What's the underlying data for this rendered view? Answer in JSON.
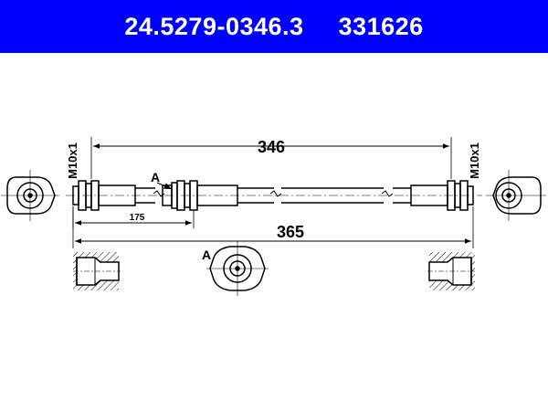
{
  "header": {
    "part_number": "24.5279-0346.3",
    "reference_number": "331626",
    "background_color": "#0000ff",
    "text_color": "#ffffff"
  },
  "dimensions": {
    "hose_length": "346",
    "overall_length": "365",
    "fitting_offset": "175"
  },
  "labels": {
    "thread_left": "M10x1",
    "thread_right": "M10x1",
    "section_marker": "A",
    "section_view_label": "A"
  }
}
